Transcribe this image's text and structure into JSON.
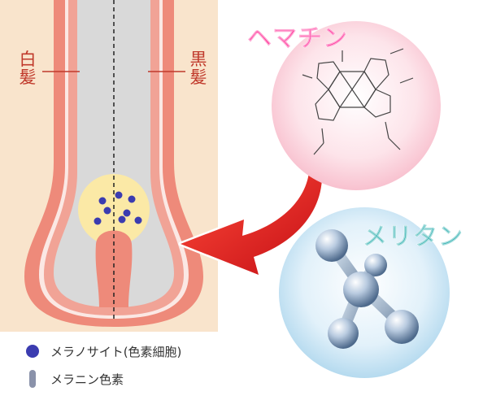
{
  "labels": {
    "white_hair": "白\n髪",
    "black_hair": "黒\n髪"
  },
  "titles": {
    "hematin": "ヘマチン",
    "meritan": "メリタン"
  },
  "legend": [
    {
      "text": "メラノサイト(色素細胞)",
      "marker": "melanocyte-dot"
    },
    {
      "text": "メラニン色素",
      "marker": "melanin-pill"
    }
  ],
  "colors": {
    "skin": "#f9e4cc",
    "follicle": "#ee8a7a",
    "hair_shaft": "#d9d9d9",
    "melanocyte": "#3b3cb0",
    "arrow": "#e8262a",
    "hematin_title": "#ff1a8c",
    "meritan_title": "#1aa7a7"
  }
}
